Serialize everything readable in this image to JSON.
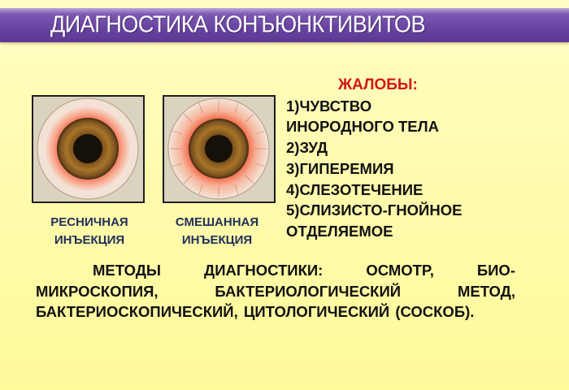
{
  "slide": {
    "title": "ДИАГНОСТИКА КОНЪЮНКТИВИТОВ",
    "colors": {
      "background": "#fffbb0",
      "title_bar": "#6a45a2",
      "title_text": "#ffffff",
      "complaints_heading": "#d41515",
      "body_text": "#111111",
      "caption_text": "#1f2f5a"
    }
  },
  "images": [
    {
      "label_line1": "РЕСНИЧНАЯ",
      "label_line2": "ИНЪЕКЦИЯ",
      "type": "ciliary"
    },
    {
      "label_line1": "СМЕШАННАЯ",
      "label_line2": "ИНЪЕКЦИЯ",
      "type": "mixed"
    }
  ],
  "complaints": {
    "heading": "ЖАЛОБЫ:",
    "items": [
      "1)ЧУВСТВО",
      "ИНОРОДНОГО ТЕЛА",
      "2)ЗУД",
      "3)ГИПЕРЕМИЯ",
      "4)СЛЕЗОТЕЧЕНИЕ",
      "5)СЛИЗИСТО-ГНОЙНОЕ",
      "ОТДЕЛЯЕМОЕ"
    ]
  },
  "methods": {
    "text": "МЕТОДЫ ДИАГНОСТИКИ: ОСМОТР, БИО-МИКРОСКОПИЯ, БАКТЕРИОЛОГИЧЕСКИЙ МЕТОД, БАКТЕРИОСКОПИЧЕСКИЙ, ЦИТОЛОГИЧЕСКИЙ (СОСКОБ)."
  }
}
